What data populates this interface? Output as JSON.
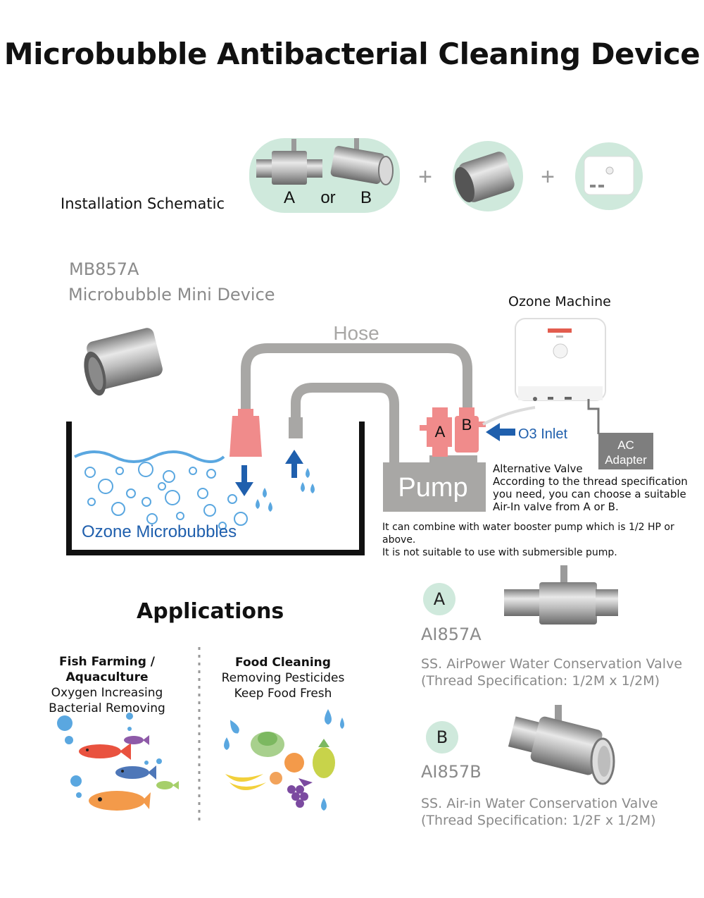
{
  "title": "Microbubble Antibacterial Cleaning Device",
  "installation": {
    "label": "Installation Schematic",
    "option_a": "A",
    "option_or": "or",
    "option_b": "B",
    "plus": "+"
  },
  "device": {
    "model": "MB857A",
    "name": "Microbubble Mini Device"
  },
  "diagram": {
    "hose_label": "Hose",
    "ozone_machine_label": "Ozone Machine",
    "o3_inlet_label": "O3 Inlet",
    "ac_adapter_line1": "AC",
    "ac_adapter_line2": "Adapter",
    "pump_label": "Pump",
    "valve_a_label": "A",
    "valve_b_label": "B",
    "ozone_microbubbles_label": "Ozone Microbubbles",
    "alt_valve_lines": [
      "Alternative Valve",
      "According to the thread specification",
      "you need, you can choose a suitable",
      "Air-In valve from A or B."
    ],
    "pump_note_lines": [
      "It can combine with water booster pump which is 1/2 HP or above.",
      "It is not suitable to use with submersible pump."
    ],
    "colors": {
      "water": "#5aa7e0",
      "hose": "#a8a7a5",
      "pump": "#a8a7a5",
      "arrow": "#1f5fad",
      "valve_pink": "#f08b8b",
      "mint": "#cfe9dc"
    }
  },
  "applications": {
    "title": "Applications",
    "fish": {
      "title": "Fish Farming / Aquaculture",
      "line1": "Oxygen Increasing",
      "line2": "Bacterial Removing"
    },
    "food": {
      "title": "Food Cleaning",
      "line1": "Removing Pesticides",
      "line2": "Keep Food Fresh"
    }
  },
  "valves": {
    "a": {
      "letter": "A",
      "model": "AI857A",
      "line1": "SS. AirPower Water Conservation Valve",
      "line2": "(Thread Specification: 1/2M x 1/2M)"
    },
    "b": {
      "letter": "B",
      "model": "AI857B",
      "line1": "SS. Air-in Water Conservation Valve",
      "line2": "(Thread Specification: 1/2F x 1/2M)"
    }
  }
}
